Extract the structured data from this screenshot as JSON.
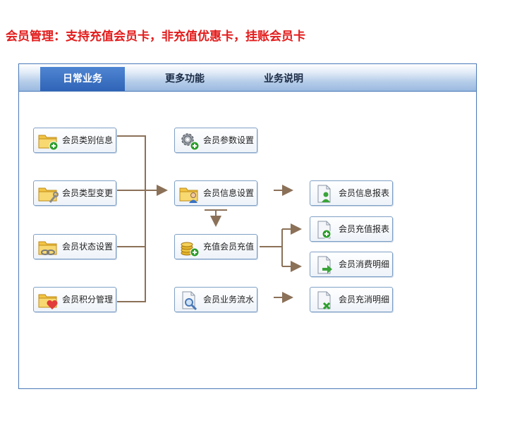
{
  "headline": "会员管理：支持充值会员卡，非充值优惠卡，挂账会员卡",
  "tabs": [
    {
      "label": "日常业务",
      "active": true
    },
    {
      "label": "更多功能",
      "active": false
    },
    {
      "label": "业务说明",
      "active": false
    }
  ],
  "nodes": {
    "member_category": "会员类别信息",
    "member_type_change": "会员类型变更",
    "member_status": "会员状态设置",
    "member_points": "会员积分管理",
    "member_params": "会员参数设置",
    "member_info_settings": "会员信息设置",
    "recharge": "充值会员充值",
    "member_business_flow": "会员业务流水",
    "member_info_report": "会员信息报表",
    "recharge_report": "会员充值报表",
    "consumption_detail": "会员消费明细",
    "recharge_consumption_detail": "会员充消明细"
  },
  "colors": {
    "headline": "#e31b1b",
    "tab_active": "#2f64b7",
    "panel_border": "#4a79b8",
    "arrow": "#8b7158"
  }
}
